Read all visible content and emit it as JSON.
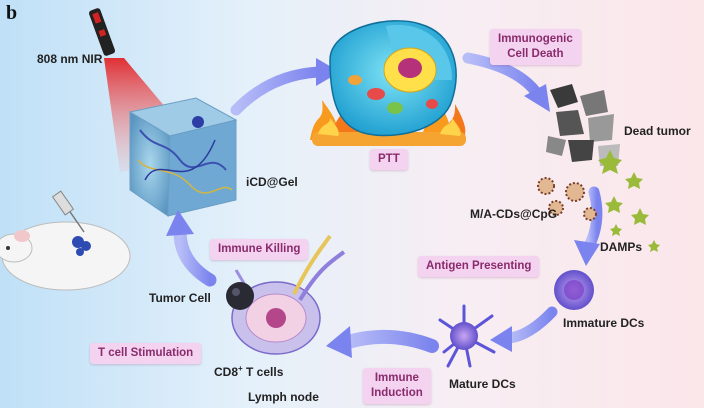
{
  "panel_letter": "b",
  "labels": {
    "laser": "808 nm NIR",
    "gel": "iCD@Gel",
    "ptt": "PTT",
    "icd_line1": "Immunogenic",
    "icd_line2": "Cell Death",
    "dead_tumor": "Dead tumor",
    "nanoparticle": "M/A-CDs@CpG",
    "damps": "DAMPs",
    "antigen": "Antigen Presenting",
    "immature_dcs": "Immature DCs",
    "mature_dcs": "Mature DCs",
    "induction_line1": "Immune",
    "induction_line2": "Induction",
    "lymph_node": "Lymph node",
    "cd8_prefix": "CD8",
    "cd8_sup": "+",
    "cd8_suffix": " T cells",
    "tumor_cell": "Tumor Cell",
    "t_cell_stim": "T cell Stimulation",
    "immune_killing": "Immune Killing"
  },
  "colors": {
    "arrow": "#8e96f0",
    "box_fill": "#f3d3ef",
    "box_text": "#8a2b6d",
    "laser_beam": "#e0262a",
    "fire": "#f79a1e"
  }
}
